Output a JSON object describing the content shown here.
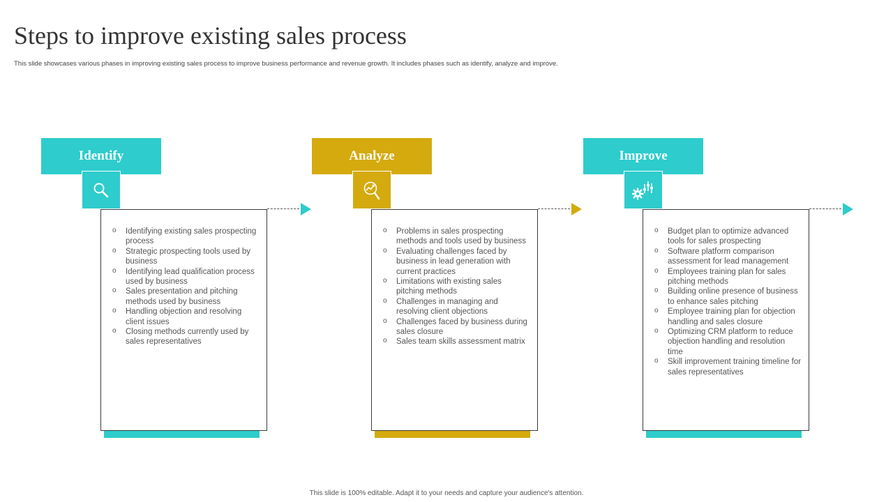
{
  "title": "Steps to improve existing sales process",
  "subtitle": "This slide showcases various phases in improving existing sales process to improve business performance and revenue growth. It includes phases such as identify, analyze and improve.",
  "colors": {
    "teal": "#2ecccc",
    "gold": "#d4aa0e",
    "border": "#3a3a3a"
  },
  "phases": [
    {
      "label": "Identify",
      "icon": "magnifier-icon",
      "color": "#2ecccc",
      "items": [
        "Identifying existing sales prospecting process",
        "Strategic prospecting tools used by business",
        "Identifying lead qualification process used by business",
        "Sales presentation and pitching methods used by business",
        "Handling objection and resolving client issues",
        "Closing methods currently used by sales representatives"
      ]
    },
    {
      "label": "Analyze",
      "icon": "analysis-icon",
      "color": "#d4aa0e",
      "items": [
        "Problems  in sales prospecting methods and tools used by business",
        "Evaluating challenges faced by business in lead generation with current practices",
        "Limitations with existing sales pitching methods",
        "Challenges in managing and resolving client objections",
        "Challenges faced by business during sales closure",
        "Sales team skills assessment matrix"
      ]
    },
    {
      "label": "Improve",
      "icon": "settings-improve-icon",
      "color": "#2ecccc",
      "items": [
        "Budget plan to  optimize advanced tools for sales prospecting",
        "Software platform comparison assessment for lead management",
        "Employees training plan for sales pitching methods",
        "Building online presence of business to enhance sales pitching",
        "Employee training plan for objection handling and sales closure",
        "Optimizing CRM platform to reduce objection handling and resolution time",
        "Skill improvement training timeline for sales representatives"
      ]
    }
  ],
  "footer": "This slide is 100% editable. Adapt it to your needs and capture your audience's attention."
}
